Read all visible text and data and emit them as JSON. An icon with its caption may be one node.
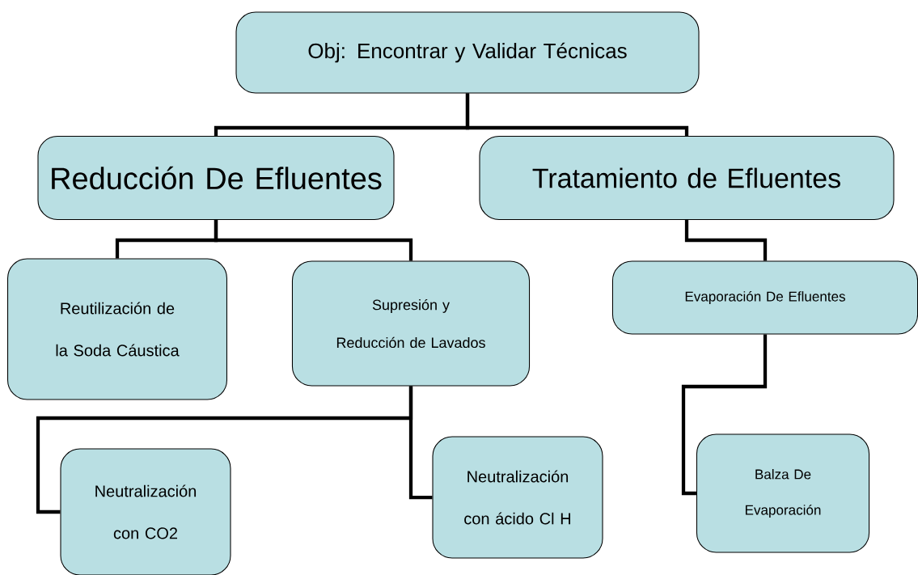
{
  "diagram": {
    "nodes": [
      {
        "text": [
          "Obj: Encontrar y Validar Técnicas"
        ]
      },
      {
        "text": [
          "Reducción De Efluentes"
        ]
      },
      {
        "text": [
          "Tratamiento de Efluentes"
        ]
      },
      {
        "text": [
          "Reutilización de la Soda Cáustica"
        ]
      },
      {
        "text": [
          "Supresión y Reducción de Lavados"
        ]
      },
      {
        "text": [
          "Evaporación De Efluentes"
        ]
      },
      {
        "text": [
          "Neutralización con CO2"
        ]
      },
      {
        "text": [
          "Neutralización con ácido Cl H"
        ]
      },
      {
        "text": [
          "Balza De Evaporación"
        ]
      }
    ],
    "edges": [
      {
        "from": 0,
        "to": 1,
        "arrow": "none"
      },
      {
        "from": 0,
        "to": 2,
        "arrow": "none"
      },
      {
        "from": 1,
        "to": 3,
        "arrow": "none"
      },
      {
        "from": 1,
        "to": 4,
        "arrow": "none"
      },
      {
        "from": 2,
        "to": 5,
        "arrow": "none"
      },
      {
        "from": 4,
        "to": 6,
        "arrow": "none"
      },
      {
        "from": 4,
        "to": 7,
        "arrow": "none"
      },
      {
        "from": 5,
        "to": 8,
        "arrow": "none"
      }
    ]
  }
}
